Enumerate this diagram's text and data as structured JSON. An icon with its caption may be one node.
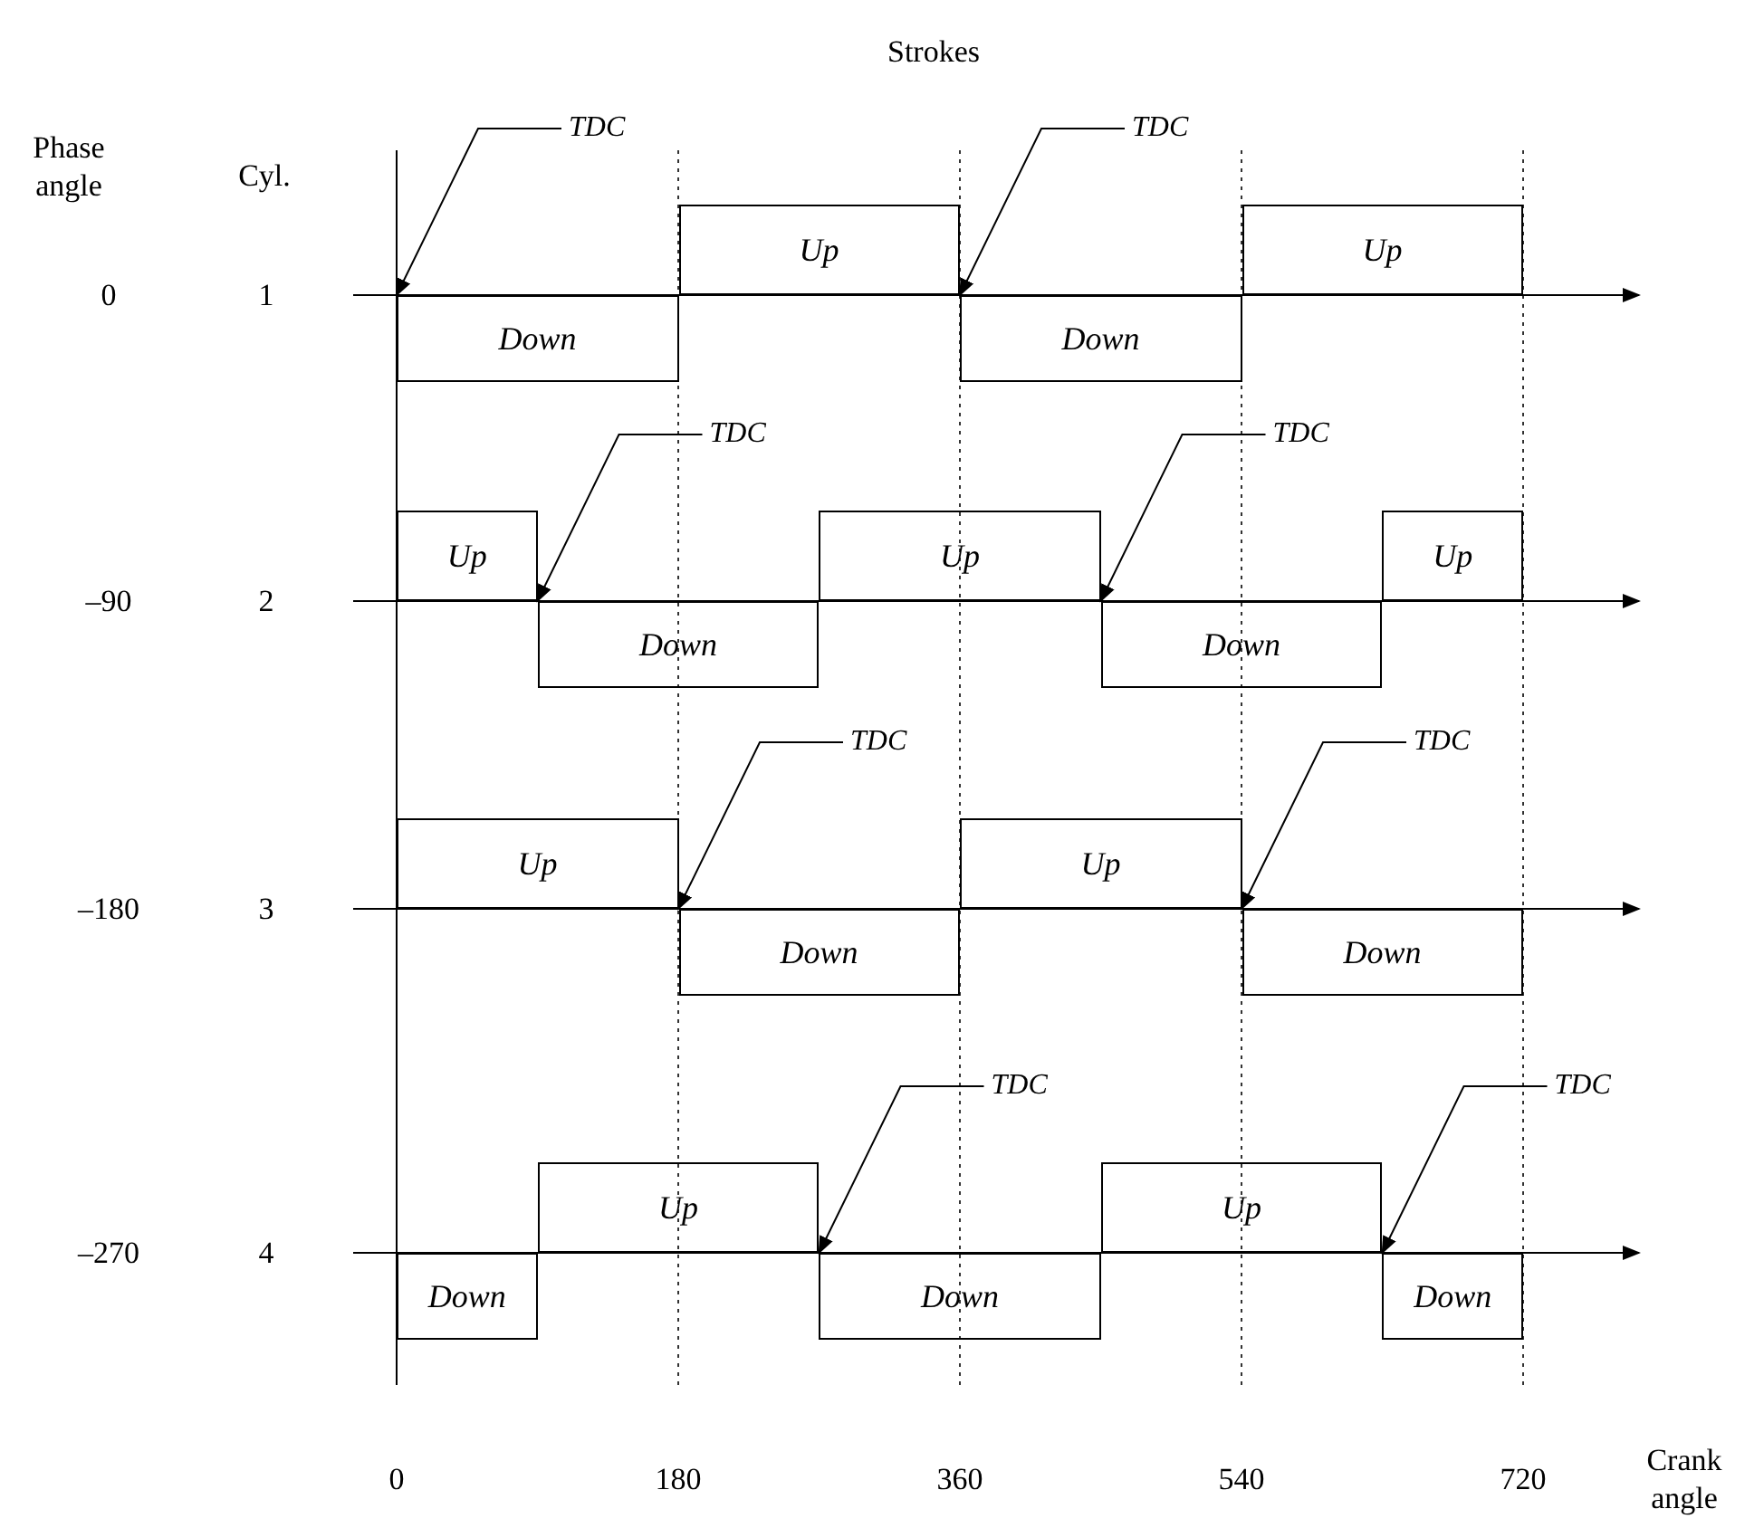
{
  "diagram": {
    "title": "Strokes",
    "nodes": [
      {
        "text": [
          "TDC"
        ]
      },
      {
        "text": [
          "TDC"
        ]
      },
      {
        "text": [
          "Down"
        ]
      },
      {
        "text": [
          "Up"
        ]
      },
      {
        "text": [
          "Down"
        ]
      },
      {
        "text": [
          "Up"
        ]
      },
      {
        "text": [
          "TDC"
        ]
      },
      {
        "text": [
          "TDC"
        ]
      },
      {
        "text": [
          "Up"
        ]
      },
      {
        "text": [
          "Down"
        ]
      },
      {
        "text": [
          "Up"
        ]
      },
      {
        "text": [
          "Down"
        ]
      },
      {
        "text": [
          "Up"
        ]
      },
      {
        "text": [
          "TDC"
        ]
      },
      {
        "text": [
          "TDC"
        ]
      },
      {
        "text": [
          "Up"
        ]
      },
      {
        "text": [
          "Down"
        ]
      },
      {
        "text": [
          "Up"
        ]
      },
      {
        "text": [
          "Down"
        ]
      },
      {
        "text": [
          "TDC"
        ]
      },
      {
        "text": [
          "TDC"
        ]
      },
      {
        "text": [
          "Down"
        ]
      },
      {
        "text": [
          "Up"
        ]
      },
      {
        "text": [
          "Down"
        ]
      },
      {
        "text": [
          "Up"
        ]
      },
      {
        "text": [
          "Down"
        ]
      }
    ],
    "edges": [
      {
        "from": 0,
        "to": 2,
        "arrow": "to"
      },
      {
        "from": 1,
        "to": 4,
        "arrow": "to"
      },
      {
        "from": 6,
        "to": 9,
        "arrow": "to"
      },
      {
        "from": 7,
        "to": 11,
        "arrow": "to"
      },
      {
        "from": 13,
        "to": 16,
        "arrow": "to"
      },
      {
        "from": 14,
        "to": 18,
        "arrow": "to"
      },
      {
        "from": 19,
        "to": 23,
        "arrow": "to"
      },
      {
        "from": 20,
        "to": 25,
        "arrow": "to"
      }
    ],
    "labels": [
      "Phase angle",
      "Cyl.",
      "0",
      "1",
      "–90",
      "2",
      "–180",
      "3",
      "–270",
      "4",
      "0",
      "180",
      "360",
      "540",
      "720",
      "Crank angle"
    ]
  }
}
